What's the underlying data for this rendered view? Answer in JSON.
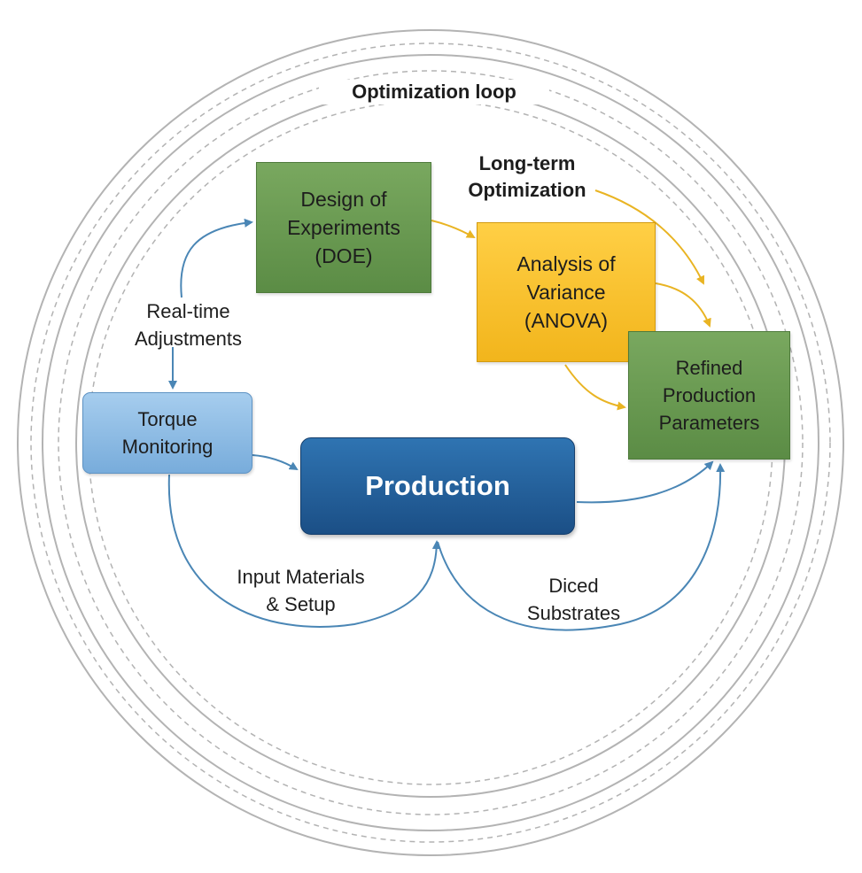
{
  "title": "Optimization loop",
  "nodes": {
    "doe": "Design of\nExperiments\n(DOE)",
    "anova": "Analysis of\nVariance\n(ANOVA)",
    "refined": "Refined\nProduction\nParameters",
    "torque": "Torque\nMonitoring",
    "production": "Production"
  },
  "edge_labels": {
    "long_term": "Long-term\nOptimization",
    "real_time": "Real-time\nAdjustments",
    "input_materials": "Input Materials\n& Setup",
    "diced_substrates": "Diced\nSubstrates"
  },
  "colors": {
    "green": "#5b8c45",
    "yellow": "#f2b51c",
    "light_blue": "#78acdb",
    "dark_blue": "#1b4f86",
    "blue_arrow": "#4a86b5",
    "yellow_arrow": "#e9b423",
    "ring": "#a9a9a9"
  }
}
